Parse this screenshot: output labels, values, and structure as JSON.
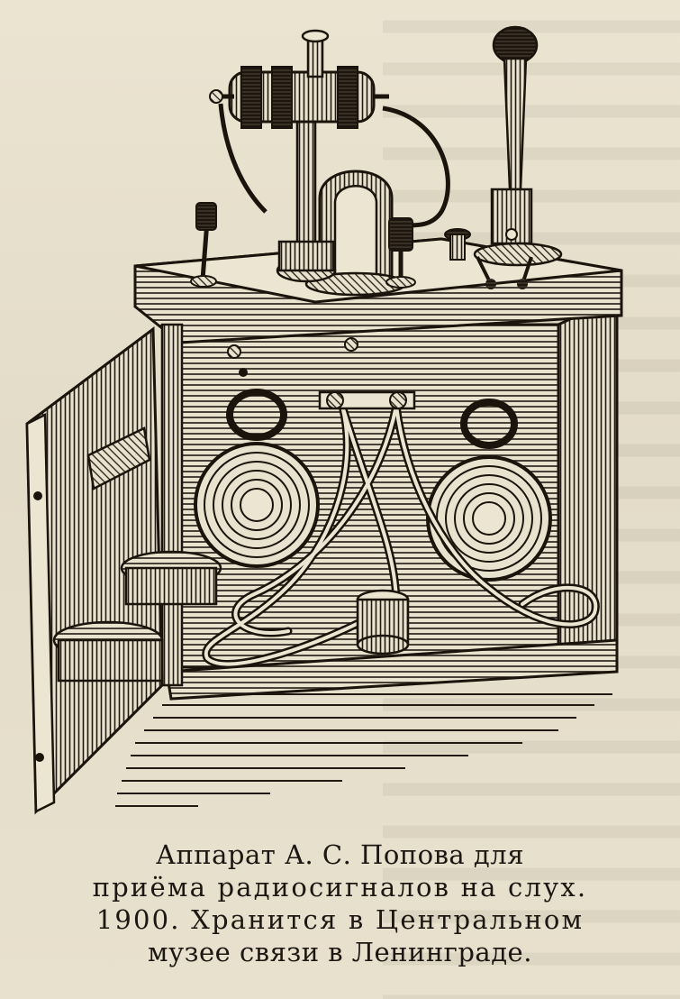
{
  "figure": {
    "subject": "radio-receiver-apparatus-engraving"
  },
  "caption": {
    "lines": [
      "Аппарат А. С. Попова для",
      "приёма радиосигналов на слух.",
      "1900. Хранится в Центральном",
      "музее связи в Ленинграде."
    ]
  },
  "colors": {
    "paper": "#e6dfcb",
    "ink": "#1c1712"
  }
}
